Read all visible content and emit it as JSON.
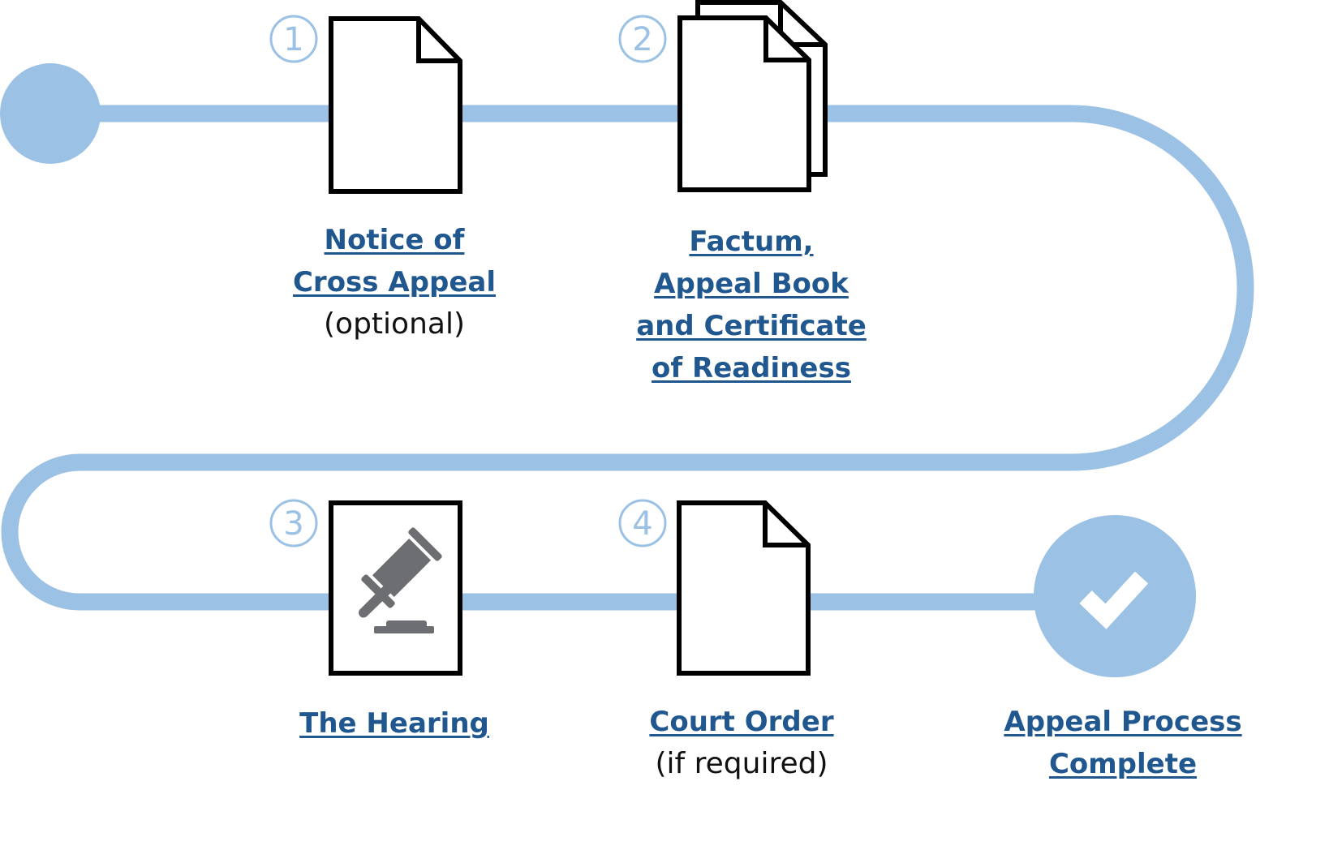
{
  "colors": {
    "path": "#9bc1e5",
    "link": "#20578f",
    "note": "#111111",
    "icon_stroke": "#000000",
    "gavel": "#6d6e71",
    "check": "#ffffff"
  },
  "steps": [
    {
      "number": "1",
      "title_lines": [
        "Notice of",
        "Cross Appeal"
      ],
      "note": "(optional)",
      "icon": "document-icon"
    },
    {
      "number": "2",
      "title_lines": [
        "Factum,",
        "Appeal Book",
        "and Certificate",
        "of Readiness"
      ],
      "note": "",
      "icon": "stacked-documents-icon"
    },
    {
      "number": "3",
      "title_lines": [
        "The Hearing"
      ],
      "note": "",
      "icon": "gavel-document-icon"
    },
    {
      "number": "4",
      "title_lines": [
        "Court Order"
      ],
      "note": "(if required)",
      "icon": "document-icon"
    }
  ],
  "end": {
    "title_lines": [
      "Appeal Process",
      "Complete"
    ],
    "icon": "checkmark-icon"
  }
}
